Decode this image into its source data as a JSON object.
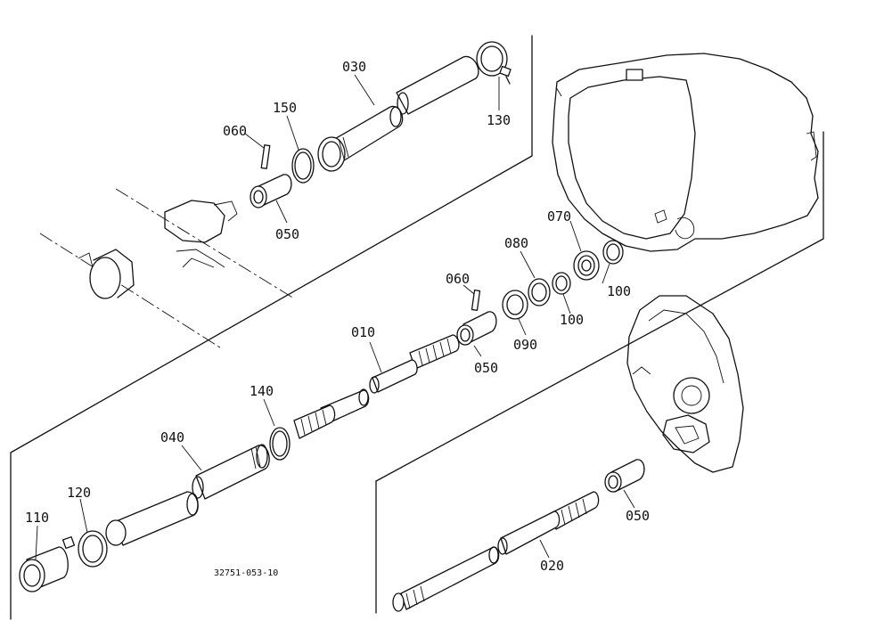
{
  "diagram": {
    "drawing_number": "32751-053-10",
    "callouts": [
      {
        "id": "c-030-top",
        "label": "030"
      },
      {
        "id": "c-150",
        "label": "150"
      },
      {
        "id": "c-060-top",
        "label": "060"
      },
      {
        "id": "c-050-top",
        "label": "050"
      },
      {
        "id": "c-130",
        "label": "130"
      },
      {
        "id": "c-070",
        "label": "070"
      },
      {
        "id": "c-080",
        "label": "080"
      },
      {
        "id": "c-100-a",
        "label": "100"
      },
      {
        "id": "c-100-b",
        "label": "100"
      },
      {
        "id": "c-060-mid",
        "label": "060"
      },
      {
        "id": "c-090",
        "label": "090"
      },
      {
        "id": "c-050-mid",
        "label": "050"
      },
      {
        "id": "c-010",
        "label": "010"
      },
      {
        "id": "c-140",
        "label": "140"
      },
      {
        "id": "c-040",
        "label": "040"
      },
      {
        "id": "c-120",
        "label": "120"
      },
      {
        "id": "c-110",
        "label": "110"
      },
      {
        "id": "c-050-bot",
        "label": "050"
      },
      {
        "id": "c-020",
        "label": "020"
      }
    ]
  }
}
